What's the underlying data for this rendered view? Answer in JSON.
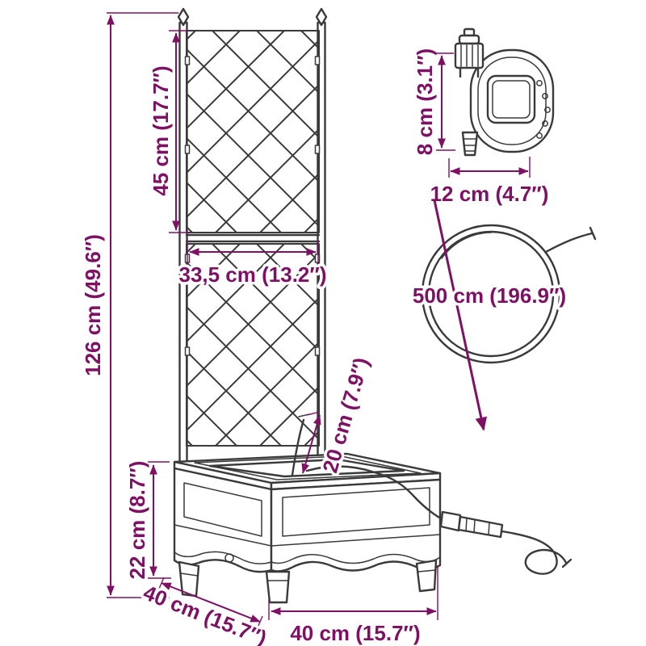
{
  "diagram": {
    "labels": {
      "trellis_height": "45 cm (17.7″)",
      "total_height": "126 cm (49.6″)",
      "trellis_width": "33,5 cm (13.2″)",
      "planter_height": "22 cm (8.7″)",
      "planter_depth": "40 cm (15.7″)",
      "planter_width": "40 cm (15.7″)",
      "riser_height": "20 cm (7.9″)",
      "timer_height": "8 cm (3.1″)",
      "timer_width": "12 cm (4.7″)",
      "hose_length": "500 cm (196.9″)"
    },
    "colors": {
      "dimension_accent": "#7e1164",
      "line_art": "#3a3a3a",
      "background": "#ffffff"
    }
  }
}
